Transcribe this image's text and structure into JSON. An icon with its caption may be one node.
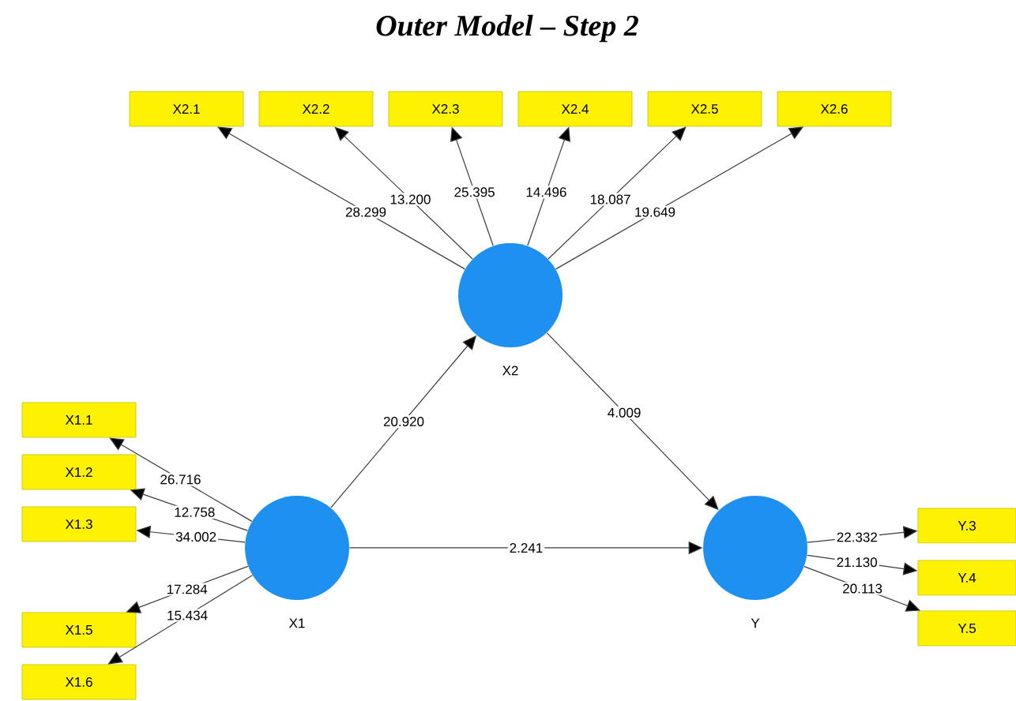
{
  "diagram": {
    "title": "Outer Model – Step 2",
    "nodes": [
      {
        "text": [
          "X2"
        ]
      },
      {
        "text": [
          "X2.1"
        ]
      },
      {
        "text": [
          "X2.2"
        ]
      },
      {
        "text": [
          "X2.3"
        ]
      },
      {
        "text": [
          "X2.4"
        ]
      },
      {
        "text": [
          "X2.5"
        ]
      },
      {
        "text": [
          "X2.6"
        ]
      },
      {
        "text": [
          "X1"
        ]
      },
      {
        "text": [
          "X1.1"
        ]
      },
      {
        "text": [
          "X1.2"
        ]
      },
      {
        "text": [
          "X1.3"
        ]
      },
      {
        "text": [
          "X1.5"
        ]
      },
      {
        "text": [
          "X1.6"
        ]
      },
      {
        "text": [
          "Y"
        ]
      },
      {
        "text": [
          "Y.3"
        ]
      },
      {
        "text": [
          "Y.4"
        ]
      },
      {
        "text": [
          "Y.5"
        ]
      }
    ],
    "edges": [
      {
        "from": 0,
        "to": 1,
        "arrow": "to",
        "label": "28.299"
      },
      {
        "from": 0,
        "to": 2,
        "arrow": "to",
        "label": "13.200"
      },
      {
        "from": 0,
        "to": 3,
        "arrow": "to",
        "label": "25.395"
      },
      {
        "from": 0,
        "to": 4,
        "arrow": "to",
        "label": "14.496"
      },
      {
        "from": 0,
        "to": 5,
        "arrow": "to",
        "label": "18.087"
      },
      {
        "from": 0,
        "to": 6,
        "arrow": "to",
        "label": "19.649"
      },
      {
        "from": 7,
        "to": 8,
        "arrow": "to",
        "label": "26.716"
      },
      {
        "from": 7,
        "to": 9,
        "arrow": "to",
        "label": "12.758"
      },
      {
        "from": 7,
        "to": 10,
        "arrow": "to",
        "label": "34.002"
      },
      {
        "from": 7,
        "to": 11,
        "arrow": "to",
        "label": "17.284"
      },
      {
        "from": 7,
        "to": 12,
        "arrow": "to",
        "label": "15.434"
      },
      {
        "from": 7,
        "to": 0,
        "arrow": "to",
        "label": "20.920"
      },
      {
        "from": 0,
        "to": 13,
        "arrow": "to",
        "label": "4.009"
      },
      {
        "from": 7,
        "to": 13,
        "arrow": "to",
        "label": "2.241"
      },
      {
        "from": 13,
        "to": 14,
        "arrow": "to",
        "label": "22.332"
      },
      {
        "from": 13,
        "to": 15,
        "arrow": "to",
        "label": "21.130"
      },
      {
        "from": 13,
        "to": 16,
        "arrow": "to",
        "label": "20.113"
      }
    ]
  }
}
